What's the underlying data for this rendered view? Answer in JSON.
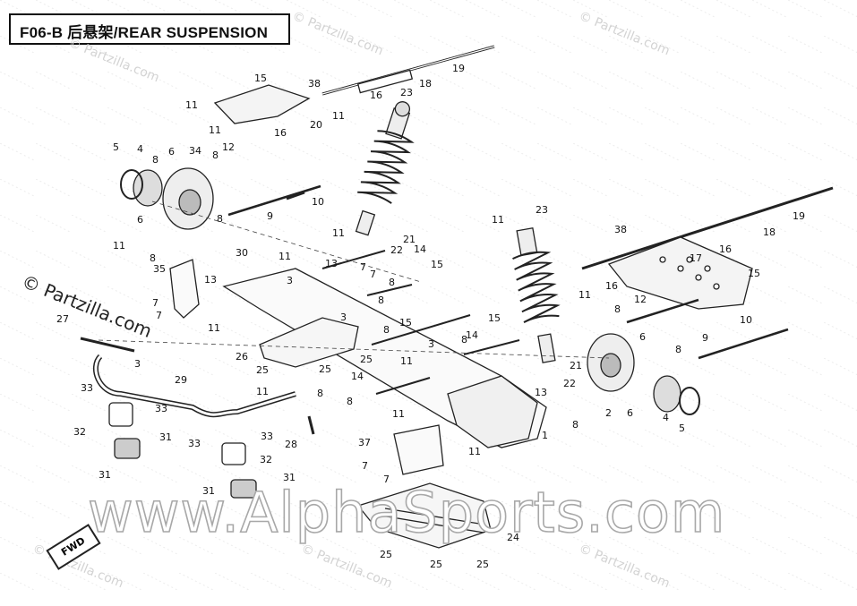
{
  "title": "F06-B 后悬架/REAR SUSPENSION",
  "watermarks": {
    "main": "www.AlphaSports.com",
    "corner": "© Partzilla.com",
    "left": "© Partzilla.com"
  },
  "fwd_label": "FWD",
  "callouts": [
    "1",
    "2",
    "3",
    "4",
    "5",
    "6",
    "7",
    "8",
    "9",
    "10",
    "11",
    "12",
    "13",
    "14",
    "15",
    "16",
    "17",
    "18",
    "19",
    "20",
    "21",
    "22",
    "23",
    "24",
    "25",
    "26",
    "27",
    "28",
    "29",
    "30",
    "31",
    "32",
    "33",
    "34",
    "35",
    "37",
    "38"
  ]
}
